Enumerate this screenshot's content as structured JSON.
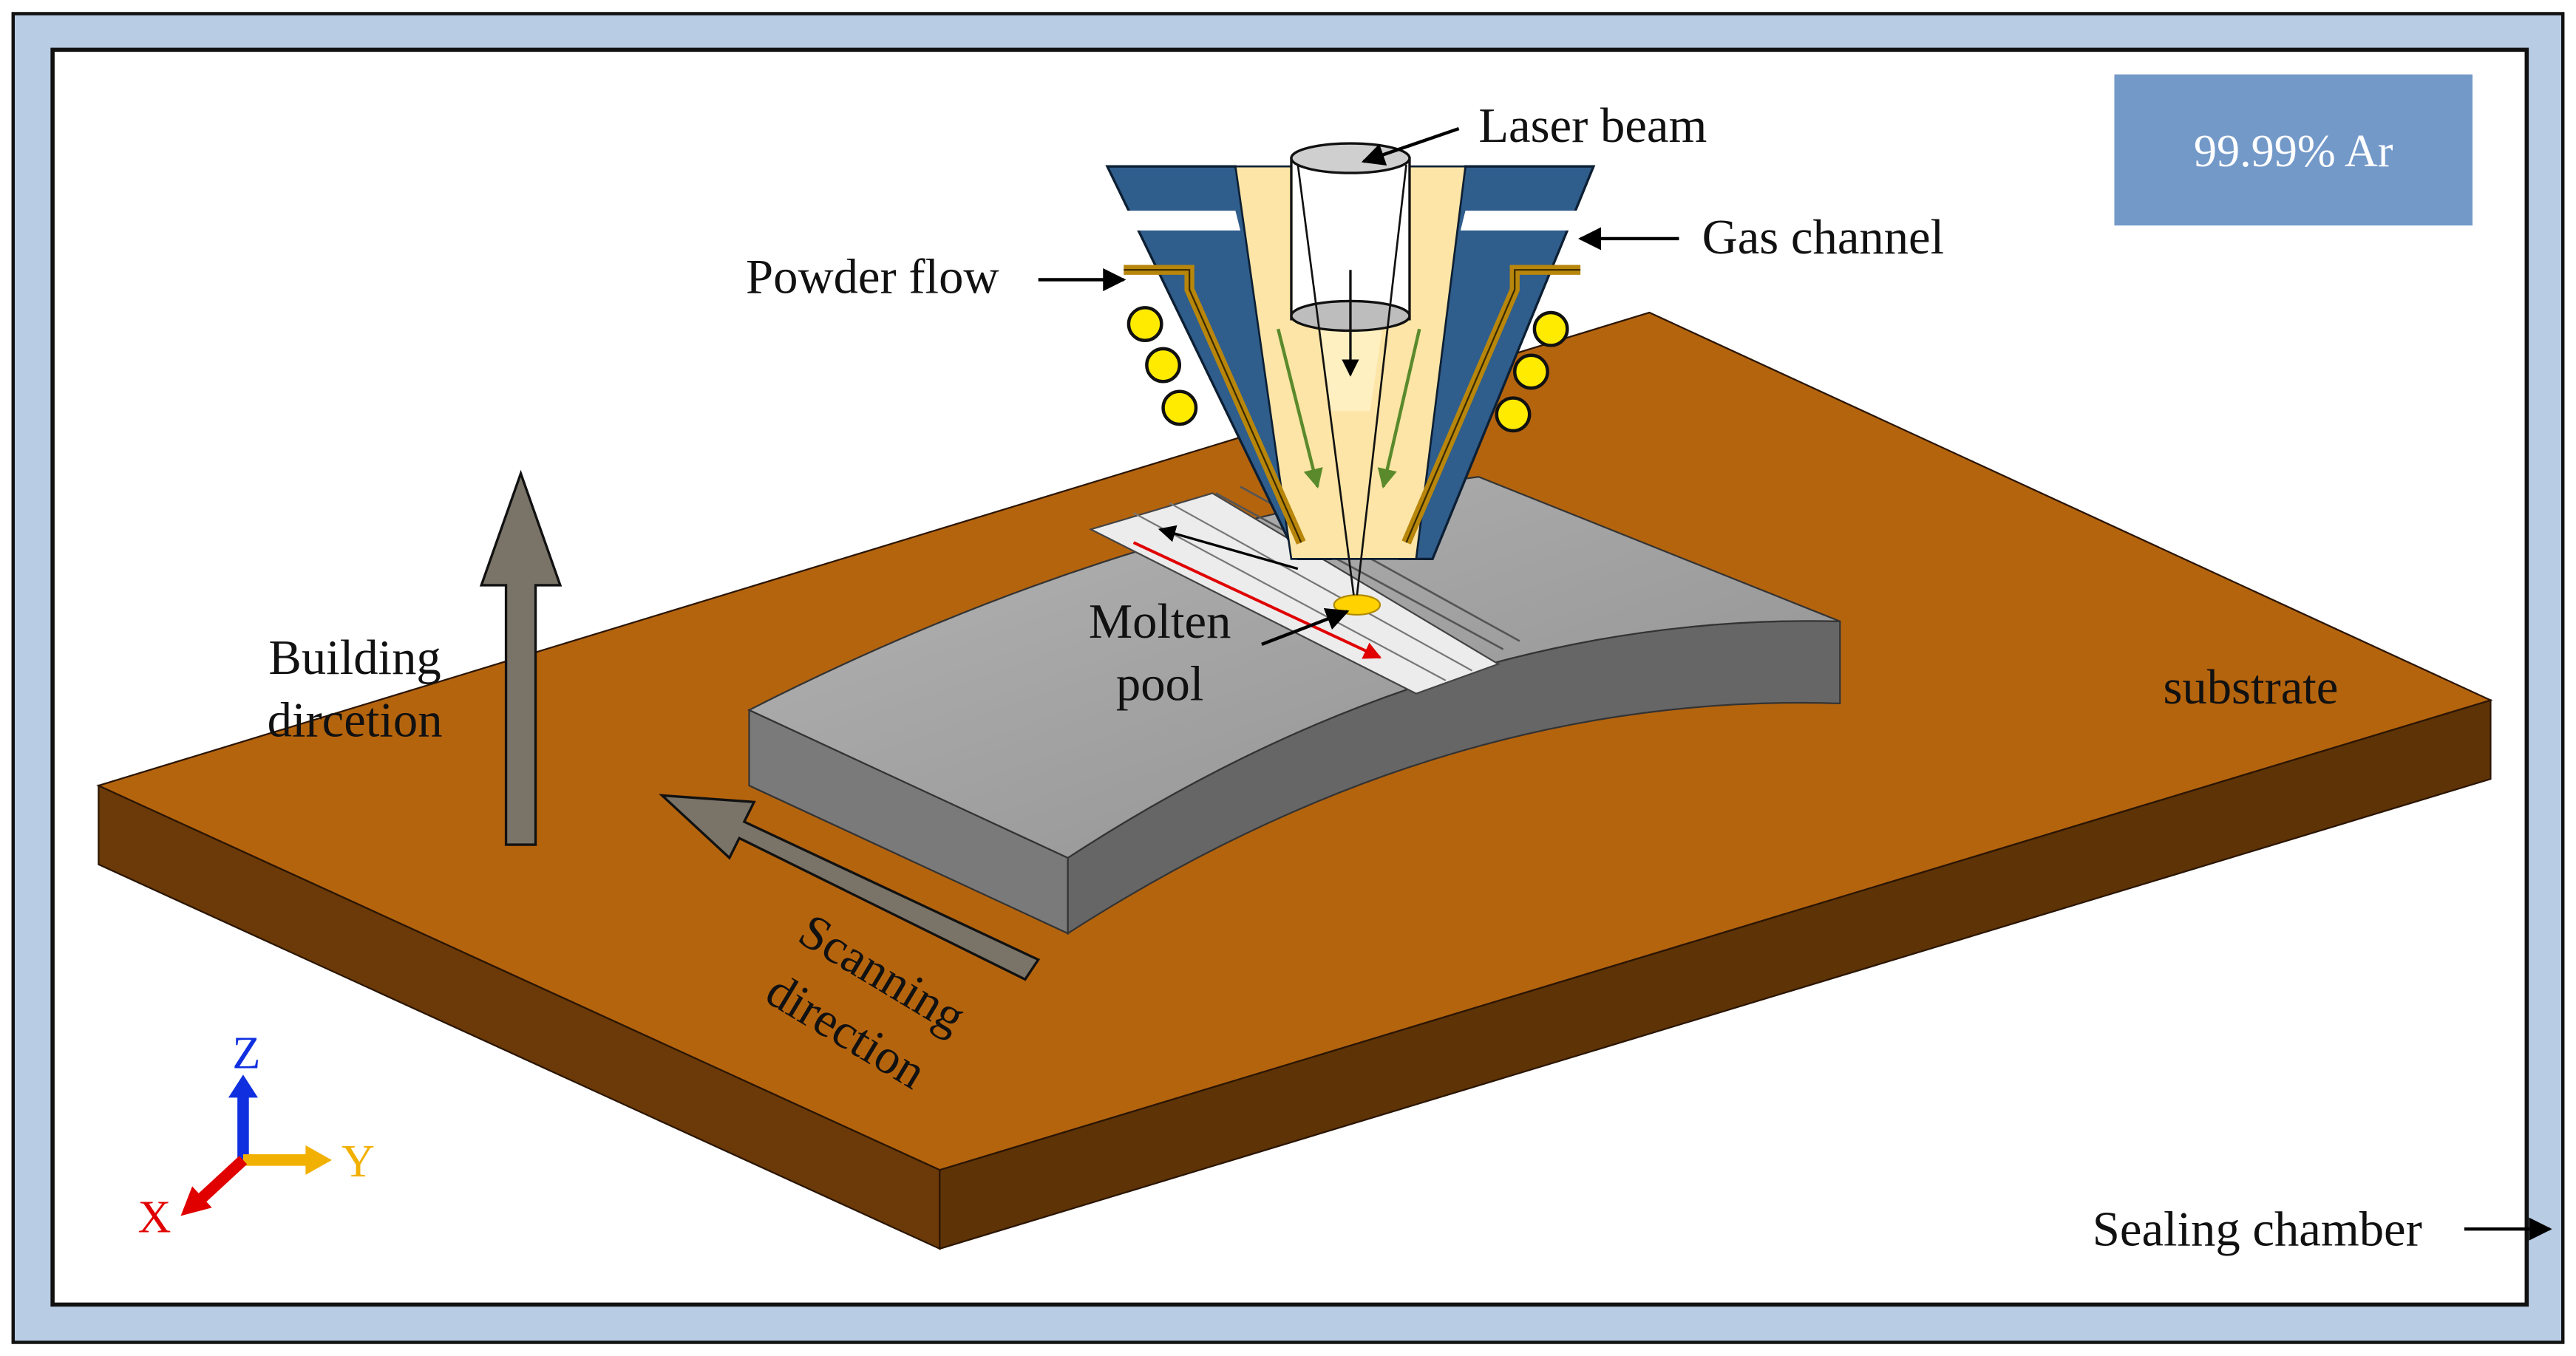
{
  "labels": {
    "laser_beam": "Laser beam",
    "gas_channel": "Gas channel",
    "powder_flow": "Powder flow",
    "molten_pool_line1": "Molten",
    "molten_pool_line2": "pool",
    "building_direction_line1": "Building",
    "building_direction_line2": "dircetion",
    "scanning_direction_line1": "Scanning",
    "scanning_direction_line2": "direction",
    "substrate": "substrate",
    "sealing_chamber": "Sealing chamber",
    "atmosphere": "99.99% Ar",
    "axis_x": "X",
    "axis_y": "Y",
    "axis_z": "Z"
  },
  "colors": {
    "chamber_frame": "#b8cce4",
    "atmosphere_box": "#7399c9",
    "substrate_top": "#b5640e",
    "substrate_side": "#6b3a08",
    "deposit_top": "#a0a0a0",
    "deposit_side": "#6f6f6f",
    "nozzle_outer": "#2f5d8c",
    "nozzle_inner": "#fce5a6",
    "powder_channel": "#b8860b",
    "powder_particles": "#ffeb00",
    "molten_pool": "#ffd200",
    "axis_x": "#e00000",
    "axis_y": "#f2b000",
    "axis_z": "#1030e0"
  }
}
